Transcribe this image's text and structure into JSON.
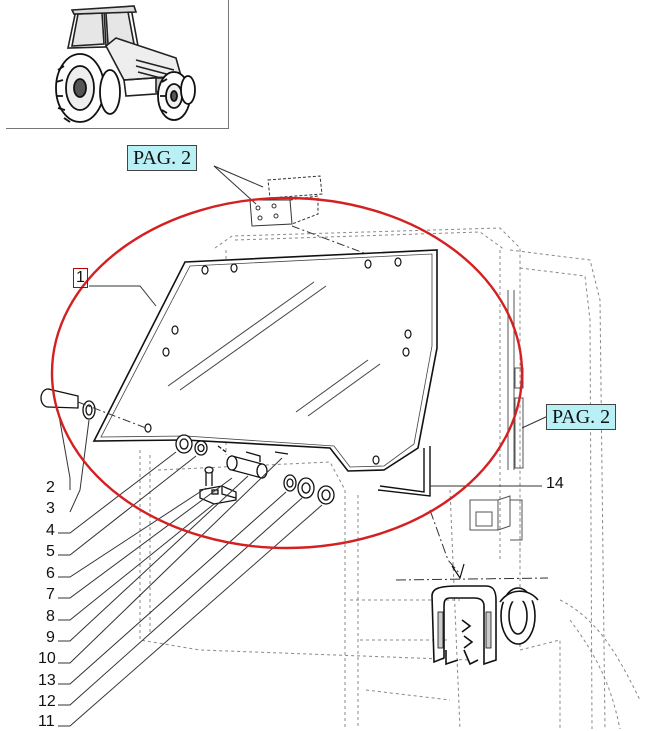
{
  "references": {
    "top": "PAG. 2",
    "right": "PAG. 2"
  },
  "callouts": {
    "part_1": "1",
    "part_2": "2",
    "part_3": "3",
    "part_4": "4",
    "part_5": "5",
    "part_6": "6",
    "part_7": "7",
    "part_8": "8",
    "part_9": "9",
    "part_10": "10",
    "part_13": "13",
    "part_12": "12",
    "part_11": "11",
    "part_14": "14"
  },
  "colors": {
    "highlight_ellipse": "#d42020",
    "reference_label_bg": "#b8f0f5",
    "line_art": "#222222",
    "dashed_background": "#888888"
  },
  "icons": {
    "inset": "tractor-icon",
    "seal_profile": "seal-section-icon"
  }
}
